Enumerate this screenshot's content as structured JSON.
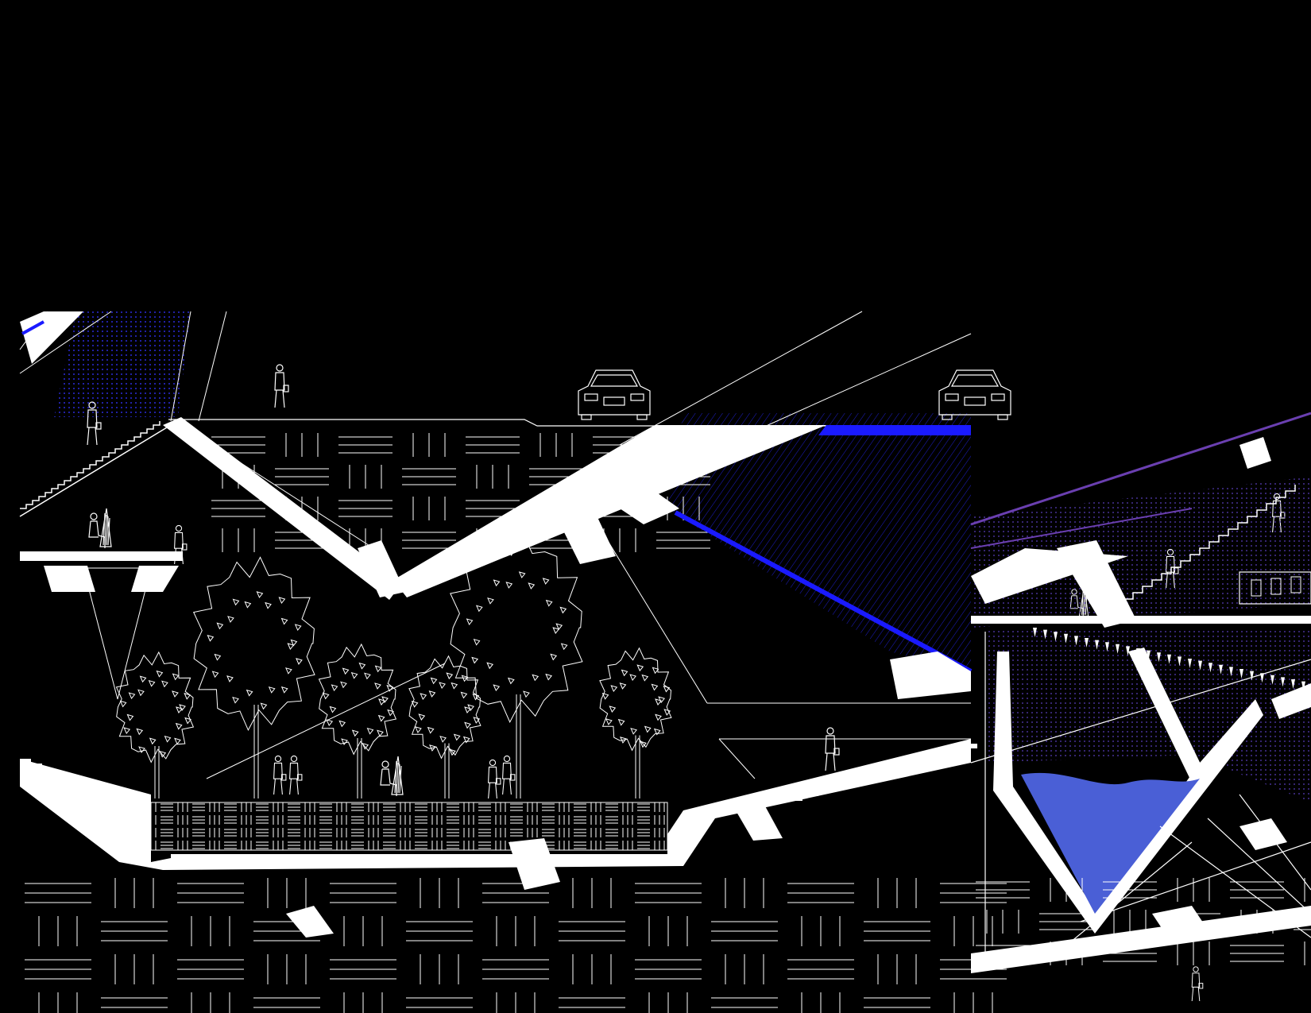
{
  "drawing": {
    "type": "architectural-section",
    "background_color": "#000000",
    "line_color": "#ffffff",
    "accent_blue": "#1a1aff",
    "water_blue": "#4a5fd6",
    "violet": "#6a3fb0",
    "dot_blue": "#2b2bd9",
    "panels": [
      "left-section",
      "right-section"
    ],
    "figures": [
      "walking-person",
      "harpist",
      "car",
      "tree"
    ]
  }
}
